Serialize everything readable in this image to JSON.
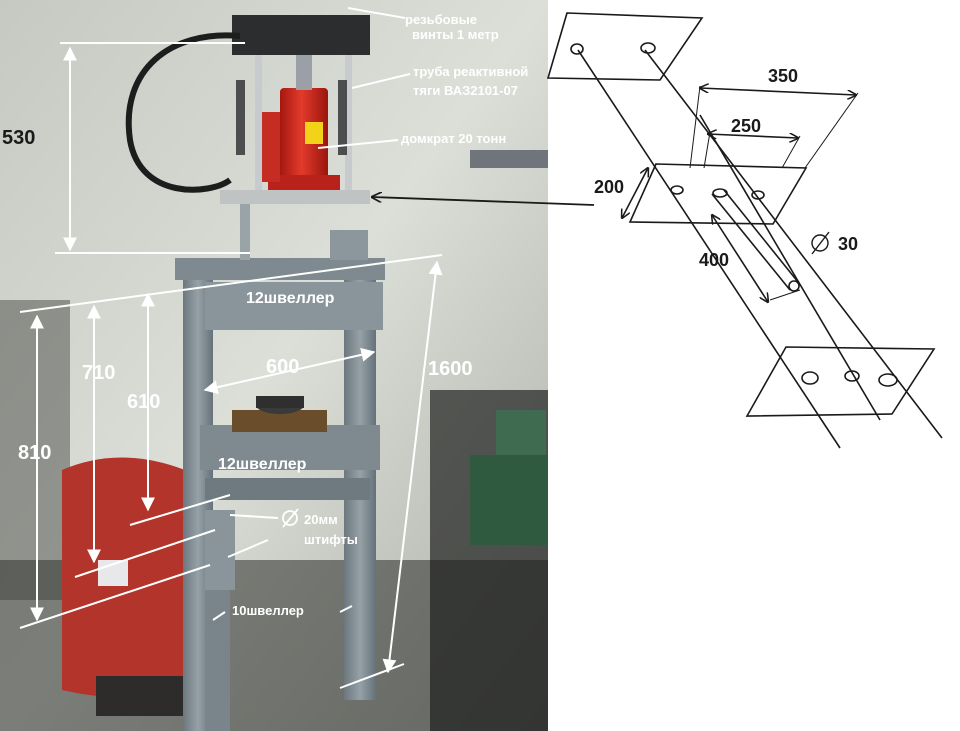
{
  "colors": {
    "background": "#ffffff",
    "wall": "#cfd2cc",
    "frame_steel": "#7f8a90",
    "jack_red": "#d42a1e",
    "tank_red": "#b2342a",
    "annotation_white": "#ffffff",
    "sketch_ink": "#1a1a1a"
  },
  "photo": {
    "labels": {
      "threaded_rods_line1": "резьбовые",
      "threaded_rods_line2": "винты 1 метр",
      "tube_line1": "труба реактивной",
      "tube_line2": "тяги ВАЗ2101-07",
      "jack": "домкрат 20 тонн",
      "channel_top": "12швеллер",
      "channel_middle": "12швеллер",
      "pins_line1": "20мм",
      "pins_line2": "штифты",
      "channel_bottom": "10швеллер"
    },
    "dimensions": {
      "d530": "530",
      "d810": "810",
      "d710": "710",
      "d610": "610",
      "d600": "600",
      "d1600": "1600"
    },
    "symbols": {
      "diameter_pins": "diameter-icon"
    }
  },
  "sketch": {
    "dimensions": {
      "d350": "350",
      "d250": "250",
      "d200": "200",
      "d400": "400",
      "d30": "30"
    },
    "symbols": {
      "diameter_rod": "diameter-icon"
    }
  }
}
